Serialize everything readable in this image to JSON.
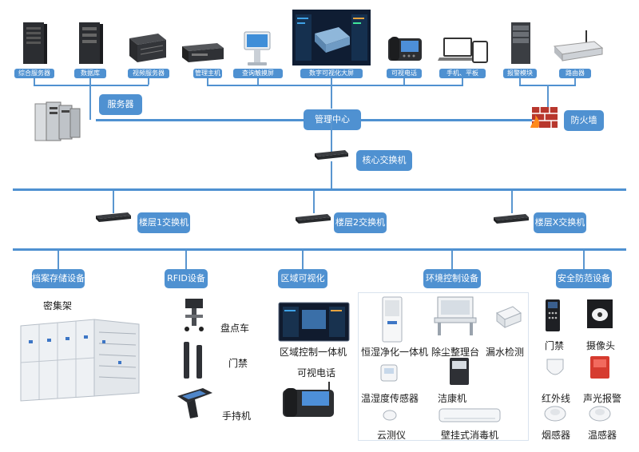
{
  "top_devices": [
    {
      "label": "综合服务器",
      "icon": "server-tower-icon"
    },
    {
      "label": "数据库",
      "icon": "database-server-icon"
    },
    {
      "label": "视频服务器",
      "icon": "video-server-icon"
    },
    {
      "label": "管理主机",
      "icon": "rack-host-icon"
    },
    {
      "label": "查询触摸屏",
      "icon": "kiosk-icon"
    },
    {
      "label": "数字可视化大屏",
      "icon": "dashboard-screen-icon"
    },
    {
      "label": "可视电话",
      "icon": "video-phone-icon"
    },
    {
      "label": "手机、平板",
      "icon": "laptop-tablet-icon"
    },
    {
      "label": "报警模块",
      "icon": "alarm-module-icon"
    },
    {
      "label": "路由器",
      "icon": "router-icon"
    }
  ],
  "server_label": "服务器",
  "management_center": "管理中心",
  "firewall_label": "防火墙",
  "core_switch": "核心交换机",
  "floor_switches": [
    "楼层1交换机",
    "楼层2交换机",
    "楼层X交换机"
  ],
  "categories": [
    {
      "label": "档案存储设备",
      "items": [
        "密集架"
      ]
    },
    {
      "label": "RFID设备",
      "items": [
        "盘点车",
        "门禁",
        "手持机"
      ]
    },
    {
      "label": "区域可视化",
      "items": [
        "区域控制一体机",
        "可视电话"
      ]
    },
    {
      "label": "环境控制设备",
      "items": [
        "恒湿净化一体机",
        "除尘整理台",
        "漏水检测",
        "温湿度传感器",
        "洁康机",
        "云测仪",
        "壁挂式消毒机"
      ]
    },
    {
      "label": "安全防范设备",
      "items": [
        "门禁",
        "摄像头",
        "红外线",
        "声光报警",
        "烟感器",
        "温感器"
      ]
    }
  ],
  "colors": {
    "accent": "#4f91d1",
    "line": "#4f91d1",
    "firewall": "#c0392b"
  }
}
